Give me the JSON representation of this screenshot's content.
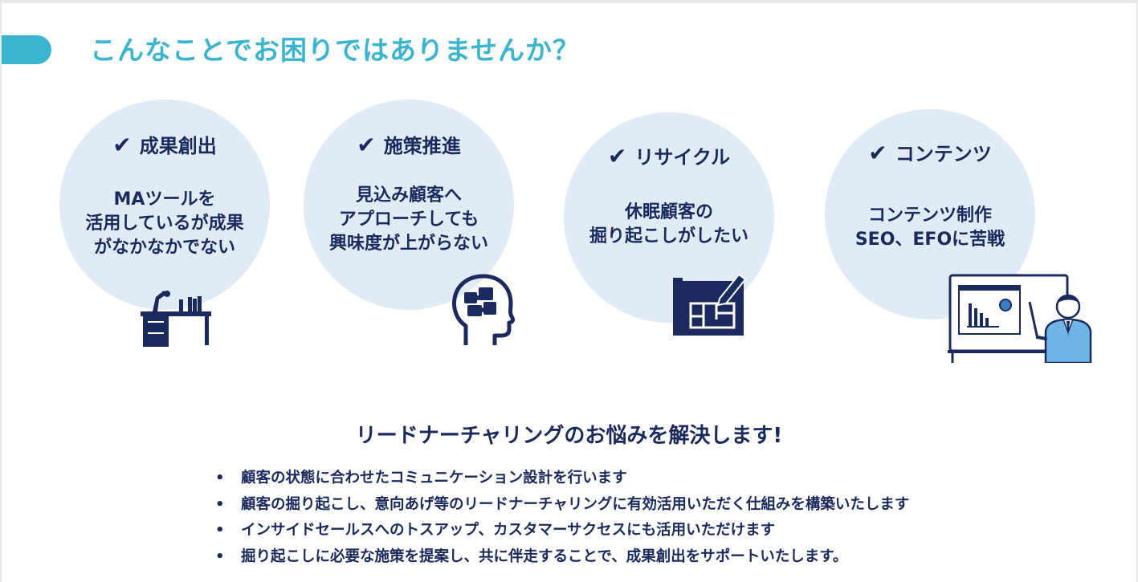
{
  "title": "こんなことでお困りではありませんか？",
  "cards": [
    {
      "category": "成果創出",
      "check": "✔",
      "lines": [
        "MAツールを",
        "活用しているが成果",
        "がなかなかでない"
      ],
      "icon": "desk-icon"
    },
    {
      "category": "施策推進",
      "check": "✔",
      "lines": [
        "見込み顧客へ",
        "アプローチしても",
        "興味度が上がらない"
      ],
      "icon": "head-puzzle-icon"
    },
    {
      "category": "リサイクル",
      "check": "✔",
      "lines": [
        "休眠顧客の",
        "掘り起こしがしたい"
      ],
      "icon": "blueprint-pencil-icon"
    },
    {
      "category": "コンテンツ",
      "check": "✔",
      "lines": [
        "コンテンツ制作",
        "SEO、EFOに苦戦"
      ],
      "icon": "presenter-whiteboard-icon"
    }
  ],
  "sub_heading": "リードナーチャリングのお悩みを解決します!",
  "bullet_symbol": "•",
  "bullets": [
    "顧客の状態に合わせたコミュニケーション設計を行います",
    "顧客の掘り起こし、意向あげ等のリードナーチャリングに有効活用いただく仕組みを構築いたします",
    "インサイドセールスへのトスアップ、カスタマーサクセスにも活用いただけます",
    "掘り起こしに必要な施策を提案し、共に伴走することで、成果創出をサポートいたします。"
  ],
  "colors": {
    "accent": "#3bb4cf",
    "navy": "#1b2a5e",
    "circle": "#e1ebf6"
  }
}
